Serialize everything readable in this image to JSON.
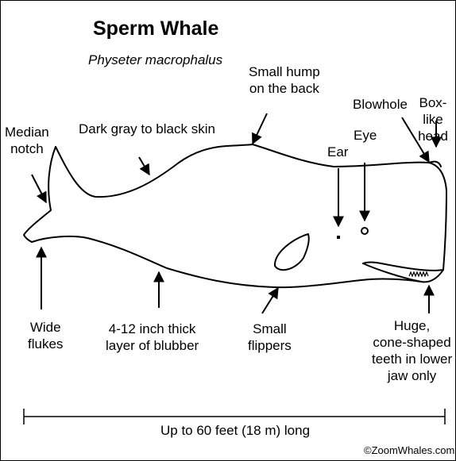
{
  "title": "Sperm Whale",
  "scientific_name": "Physeter macrophalus",
  "labels": {
    "median_notch": "Median\nnotch",
    "skin": "Dark gray to black skin",
    "hump": "Small hump\non the back",
    "blowhole": "Blowhole",
    "head": "Box-like\nhead",
    "ear": "Ear",
    "eye": "Eye",
    "flukes": "Wide\nflukes",
    "blubber": "4-12 inch thick\nlayer of blubber",
    "flippers": "Small\nflippers",
    "teeth": "Huge,\ncone-shaped\nteeth in lower\njaw only"
  },
  "length": "Up to 60 feet (18 m) long",
  "copyright": "©ZoomWhales.com"
}
